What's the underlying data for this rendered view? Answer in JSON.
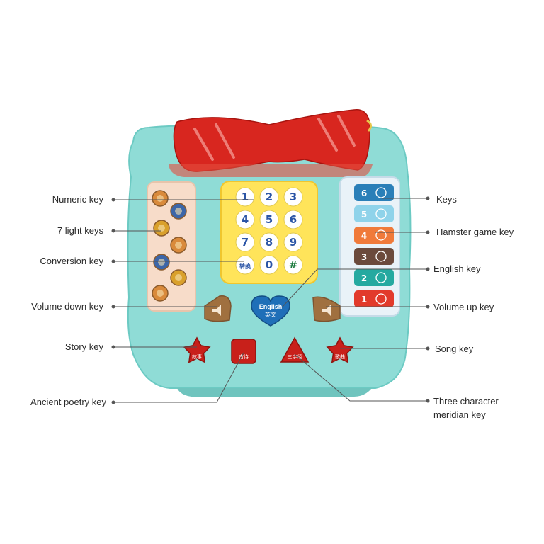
{
  "labels": {
    "left": [
      "Numeric key",
      "7 light keys",
      "Conversion key",
      "Volume down key",
      "Story key",
      "Ancient poetry key"
    ],
    "right": [
      "Keys",
      "Hamster game key",
      "English key",
      "Volume up key",
      "Song key",
      "Three character",
      "meridian key"
    ]
  },
  "keypad": {
    "digits": [
      "1",
      "2",
      "3",
      "4",
      "5",
      "6",
      "7",
      "8",
      "9",
      "转换",
      "0",
      "#"
    ]
  },
  "piano_keys": {
    "numbers": [
      "6",
      "5",
      "4",
      "3",
      "2",
      "1"
    ],
    "colors": [
      "#2a7fb8",
      "#8fd3ea",
      "#f07a3a",
      "#6b4a3c",
      "#25a9a0",
      "#e23a2b"
    ]
  },
  "center_button": {
    "line1": "English",
    "line2": "英文"
  },
  "bottom_buttons": [
    "故事",
    "古诗",
    "三字经",
    "歌曲"
  ],
  "colors": {
    "body": "#8fdcd6",
    "handset": "#d8261f",
    "keypad_frame": "#ffe45a",
    "label_text": "#2b2b2b",
    "leader_line": "#555555"
  }
}
